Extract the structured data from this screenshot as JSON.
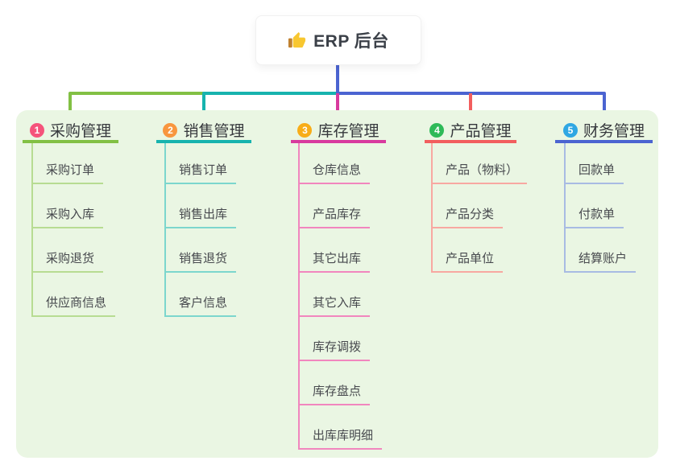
{
  "root": {
    "title": "ERP 后台",
    "icon": "thumbs-up-icon"
  },
  "colors": {
    "panel_bg": "#eaf6e3",
    "root_line": "#4b64d1",
    "root_text": "#3b4048",
    "title_text": "#36383d",
    "child_text": "#47494e"
  },
  "branches": [
    {
      "number": "1",
      "title": "采购管理",
      "badge_color": "#f5537b",
      "line_color": "#82c044",
      "child_line_color": "#b7dc92",
      "children": [
        "采购订单",
        "采购入库",
        "采购退货",
        "供应商信息"
      ]
    },
    {
      "number": "2",
      "title": "销售管理",
      "badge_color": "#f8963f",
      "line_color": "#17b3ae",
      "child_line_color": "#7cd6cd",
      "children": [
        "销售订单",
        "销售出库",
        "销售退货",
        "客户信息"
      ]
    },
    {
      "number": "3",
      "title": "库存管理",
      "badge_color": "#f8ad18",
      "line_color": "#d83a9e",
      "child_line_color": "#f186be",
      "children": [
        "仓库信息",
        "产品库存",
        "其它出库",
        "其它入库",
        "库存调拨",
        "库存盘点",
        "出库库明细"
      ]
    },
    {
      "number": "4",
      "title": "产品管理",
      "badge_color": "#2eba58",
      "line_color": "#f25e5e",
      "child_line_color": "#f8a8a1",
      "children": [
        "产品（物料）",
        "产品分类",
        "产品单位"
      ]
    },
    {
      "number": "5",
      "title": "财务管理",
      "badge_color": "#2fa7e3",
      "line_color": "#4b64d1",
      "child_line_color": "#a8bbe3",
      "children": [
        "回款单",
        "付款单",
        "结算账户"
      ]
    }
  ]
}
